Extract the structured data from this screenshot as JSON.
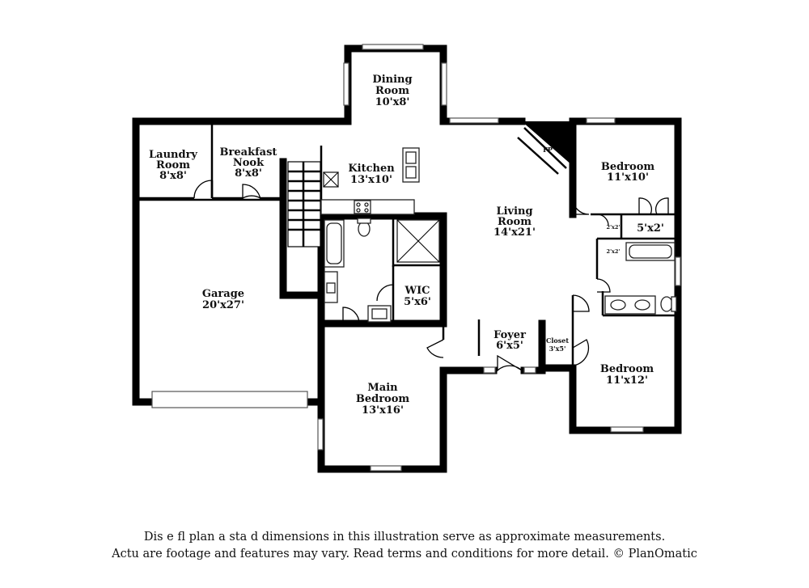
{
  "rooms": {
    "dining": {
      "name1": "Dining",
      "name2": "Room",
      "size": "10'x8'"
    },
    "laundry": {
      "name1": "Laundry",
      "name2": "Room",
      "size": "8'x8'"
    },
    "breakfast": {
      "name1": "Breakfast",
      "name2": "Nook",
      "size": "8'x8'"
    },
    "kitchen": {
      "name": "Kitchen",
      "size": "13'x10'"
    },
    "living": {
      "name1": "Living",
      "name2": "Room",
      "size": "14'x21'"
    },
    "bedroom_top": {
      "name": "Bedroom",
      "size": "11'x10'"
    },
    "closet_top": {
      "size": "5'x2'"
    },
    "linen1": {
      "size": "2'x2'"
    },
    "linen2": {
      "size": "2'x2'"
    },
    "garage": {
      "name": "Garage",
      "size": "20'x27'"
    },
    "wic": {
      "name": "WIC",
      "size": "5'x6'"
    },
    "foyer": {
      "name": "Foyer",
      "size": "6'x5'"
    },
    "closet_foyer": {
      "name": "Closet",
      "size": "3'x5'"
    },
    "bedroom_bottom": {
      "name": "Bedroom",
      "size": "11'x12'"
    },
    "main_bedroom": {
      "name1": "Main",
      "name2": "Bedroom",
      "size": "13'x16'"
    },
    "fireplace": {
      "label": "FP"
    }
  },
  "disclaimer": {
    "line1": "Dis         e fl     plan a    sta   d dimensions in this illustration serve as approximate measurements.",
    "line2": "Actu     are footage and features may vary. Read terms and conditions for more detail. © PlanOmatic"
  }
}
